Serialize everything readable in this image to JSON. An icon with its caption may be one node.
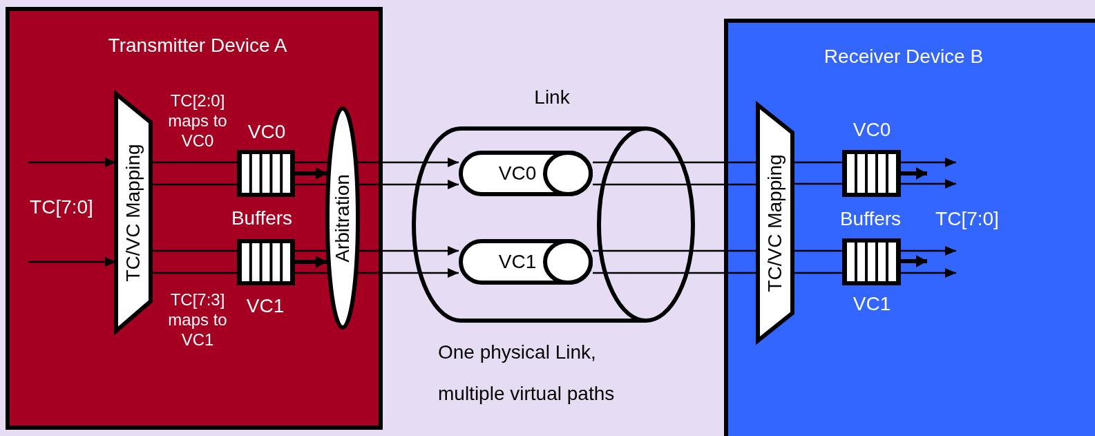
{
  "diagram": {
    "nodes": [
      {
        "text": [
          "Transmitter Device A"
        ]
      },
      {
        "text": [
          "TC/VC Mapping"
        ],
        "in": 0
      },
      {
        "text": [],
        "shape": "box",
        "in": 0,
        "beside": [
          "VC0"
        ]
      },
      {
        "text": [],
        "shape": "box",
        "in": 0,
        "beside": [
          "VC1"
        ]
      },
      {
        "text": [
          "Arbitration"
        ],
        "in": 0
      },
      {
        "text": [
          "Link"
        ],
        "beside": [
          "One physical Link, multiple virtual paths"
        ]
      },
      {
        "text": [
          "VC0"
        ],
        "in": 5
      },
      {
        "text": [
          "VC1"
        ],
        "in": 5
      },
      {
        "text": [
          "Receiver Device B"
        ]
      },
      {
        "text": [
          "TC/VC Mapping"
        ],
        "in": 8
      },
      {
        "text": [],
        "shape": "box",
        "in": 8,
        "beside": [
          "VC0"
        ]
      },
      {
        "text": [],
        "shape": "box",
        "in": 8,
        "beside": [
          "VC1"
        ]
      }
    ],
    "edges": [
      {
        "from": null,
        "to": 1,
        "arrow": "to"
      },
      {
        "from": null,
        "to": 1,
        "arrow": "to"
      },
      {
        "from": 1,
        "to": 2,
        "arrow": "none"
      },
      {
        "from": 1,
        "to": 2,
        "arrow": "none"
      },
      {
        "from": 1,
        "to": 3,
        "arrow": "none"
      },
      {
        "from": 1,
        "to": 3,
        "arrow": "none"
      },
      {
        "from": 2,
        "to": 4,
        "arrow": "none"
      },
      {
        "from": 2,
        "to": 4,
        "arrow": "none"
      },
      {
        "from": 3,
        "to": 4,
        "arrow": "none"
      },
      {
        "from": 3,
        "to": 4,
        "arrow": "none"
      },
      {
        "from": 4,
        "to": 6,
        "arrow": "to"
      },
      {
        "from": 4,
        "to": 6,
        "arrow": "to"
      },
      {
        "from": 4,
        "to": 7,
        "arrow": "to"
      },
      {
        "from": 4,
        "to": 7,
        "arrow": "to"
      },
      {
        "from": 2,
        "to": 4,
        "arrow": "to",
        "style": "thick"
      },
      {
        "from": 3,
        "to": 4,
        "arrow": "to",
        "style": "thick"
      },
      {
        "from": 6,
        "to": 9,
        "arrow": "none"
      },
      {
        "from": 6,
        "to": 9,
        "arrow": "none"
      },
      {
        "from": 7,
        "to": 9,
        "arrow": "none"
      },
      {
        "from": 7,
        "to": 9,
        "arrow": "none"
      },
      {
        "from": 9,
        "to": 10,
        "arrow": "none"
      },
      {
        "from": 9,
        "to": 10,
        "arrow": "none"
      },
      {
        "from": 9,
        "to": 11,
        "arrow": "none"
      },
      {
        "from": 9,
        "to": 11,
        "arrow": "none"
      },
      {
        "from": 10,
        "to": null,
        "arrow": "to"
      },
      {
        "from": 10,
        "to": null,
        "arrow": "to"
      },
      {
        "from": 11,
        "to": null,
        "arrow": "to"
      },
      {
        "from": 11,
        "to": null,
        "arrow": "to"
      },
      {
        "from": 10,
        "to": null,
        "arrow": "to",
        "style": "thick"
      },
      {
        "from": 11,
        "to": null,
        "arrow": "to",
        "style": "thick"
      }
    ],
    "labels": [
      "TC[2:0] maps to VC0",
      "TC[7:0]",
      "Buffers",
      "TC[7:3] maps to VC1",
      "Buffers",
      "TC[7:0]"
    ]
  }
}
